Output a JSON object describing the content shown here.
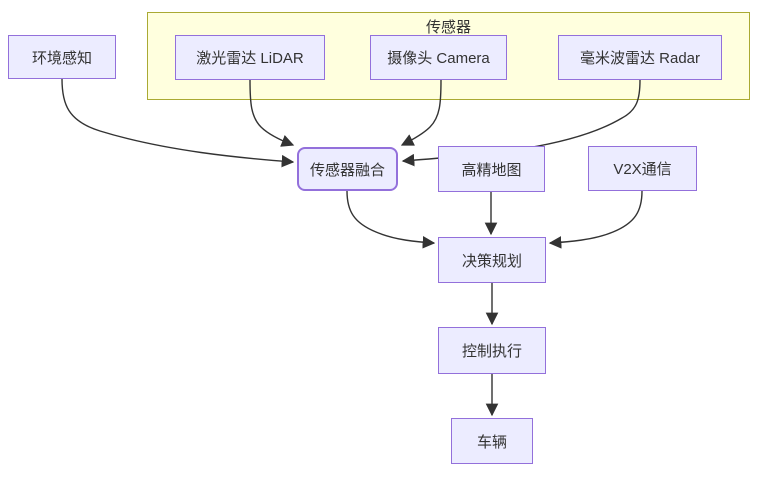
{
  "diagram": {
    "type": "flowchart",
    "cluster": {
      "label": "传感器"
    },
    "nodes": {
      "env": {
        "label": "环境感知"
      },
      "lidar": {
        "label": "激光雷达 LiDAR"
      },
      "camera": {
        "label": "摄像头 Camera"
      },
      "radar": {
        "label": "毫米波雷达 Radar"
      },
      "fusion": {
        "label": "传感器融合",
        "shape": "rounded"
      },
      "map": {
        "label": "高精地图"
      },
      "v2x": {
        "label": "V2X通信"
      },
      "decision": {
        "label": "决策规划"
      },
      "control": {
        "label": "控制执行"
      },
      "vehicle": {
        "label": "车辆"
      }
    },
    "edges": [
      {
        "from": "env",
        "to": "fusion"
      },
      {
        "from": "lidar",
        "to": "fusion"
      },
      {
        "from": "camera",
        "to": "fusion"
      },
      {
        "from": "radar",
        "to": "fusion"
      },
      {
        "from": "fusion",
        "to": "decision"
      },
      {
        "from": "map",
        "to": "decision"
      },
      {
        "from": "v2x",
        "to": "decision"
      },
      {
        "from": "decision",
        "to": "control"
      },
      {
        "from": "control",
        "to": "vehicle"
      }
    ],
    "colors": {
      "node_fill": "#ECECFF",
      "node_border": "#9370DB",
      "cluster_fill": "#FFFFDE",
      "cluster_border": "#AAAA33",
      "edge": "#333333",
      "text": "#333333"
    }
  }
}
